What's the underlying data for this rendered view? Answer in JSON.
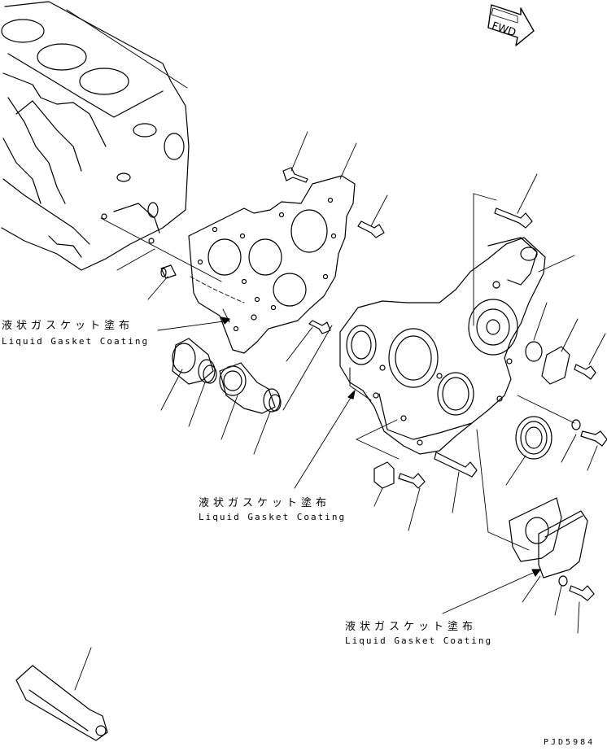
{
  "fwd_label": "FWD",
  "annotations": [
    {
      "jp": "液状ガスケット塗布",
      "en": "Liquid Gasket Coating"
    },
    {
      "jp": "液状ガスケット塗布",
      "en": "Liquid Gasket Coating"
    },
    {
      "jp": "液状ガスケット塗布",
      "en": "Liquid Gasket Coating"
    }
  ],
  "drawing_code": "PJD5984"
}
